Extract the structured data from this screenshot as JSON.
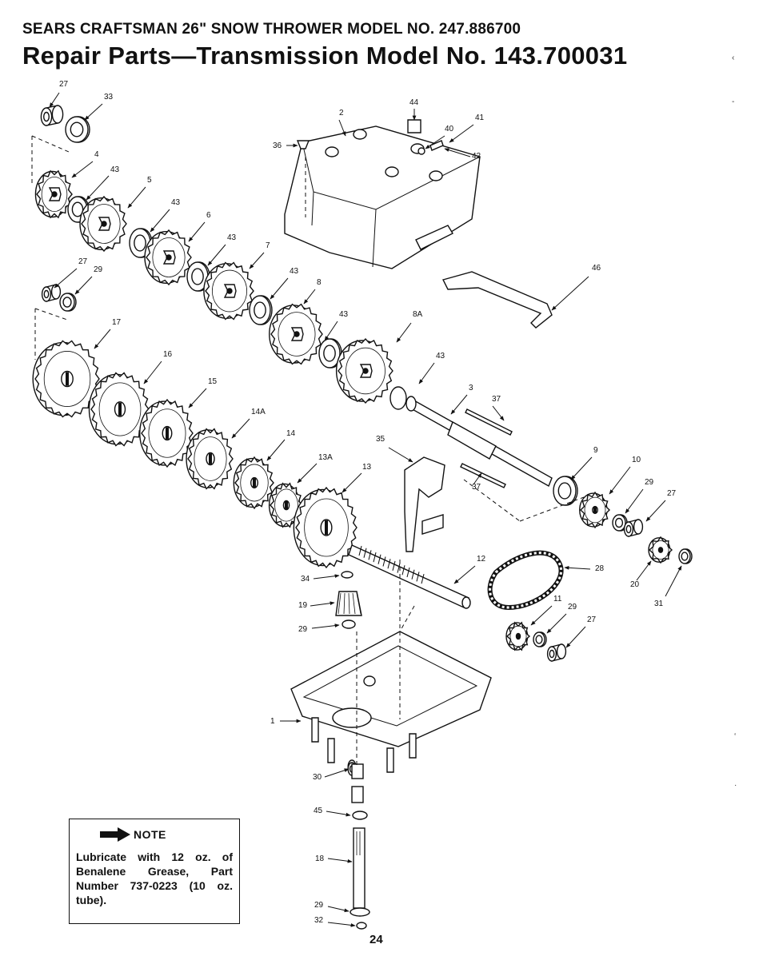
{
  "header": {
    "subtitle": "SEARS CRAFTSMAN 26\" SNOW THROWER MODEL NO. 247.886700",
    "title": "Repair Parts—Transmission Model No. 143.700031"
  },
  "note": {
    "title": "NOTE",
    "body": "Lubricate with 12 oz. of Benalene Grease, Part Number 737-0223 (10 oz. tube).",
    "icon": "arrow-right-icon"
  },
  "page_number": "24",
  "callouts": [
    {
      "id": "c27a",
      "label": "27"
    },
    {
      "id": "c33",
      "label": "33"
    },
    {
      "id": "c4",
      "label": "4"
    },
    {
      "id": "c43a",
      "label": "43"
    },
    {
      "id": "c5",
      "label": "5"
    },
    {
      "id": "c43b",
      "label": "43"
    },
    {
      "id": "c6",
      "label": "6"
    },
    {
      "id": "c43c",
      "label": "43"
    },
    {
      "id": "c7",
      "label": "7"
    },
    {
      "id": "c43d",
      "label": "43"
    },
    {
      "id": "c8",
      "label": "8"
    },
    {
      "id": "c43e",
      "label": "43"
    },
    {
      "id": "c8A",
      "label": "8A"
    },
    {
      "id": "c43f",
      "label": "43"
    },
    {
      "id": "c27b",
      "label": "27"
    },
    {
      "id": "c29a",
      "label": "29"
    },
    {
      "id": "c17",
      "label": "17"
    },
    {
      "id": "c16",
      "label": "16"
    },
    {
      "id": "c15",
      "label": "15"
    },
    {
      "id": "c14A",
      "label": "14A"
    },
    {
      "id": "c14",
      "label": "14"
    },
    {
      "id": "c13A",
      "label": "13A"
    },
    {
      "id": "c13",
      "label": "13"
    },
    {
      "id": "c2",
      "label": "2"
    },
    {
      "id": "c44",
      "label": "44"
    },
    {
      "id": "c40",
      "label": "40"
    },
    {
      "id": "c41",
      "label": "41"
    },
    {
      "id": "c42",
      "label": "42"
    },
    {
      "id": "c36",
      "label": "36"
    },
    {
      "id": "c46",
      "label": "46"
    },
    {
      "id": "c3",
      "label": "3"
    },
    {
      "id": "c37a",
      "label": "37"
    },
    {
      "id": "c35",
      "label": "35"
    },
    {
      "id": "c37b",
      "label": "37"
    },
    {
      "id": "c9",
      "label": "9"
    },
    {
      "id": "c10",
      "label": "10"
    },
    {
      "id": "c29b",
      "label": "29"
    },
    {
      "id": "c27c",
      "label": "27"
    },
    {
      "id": "c20",
      "label": "20"
    },
    {
      "id": "c31",
      "label": "31"
    },
    {
      "id": "c12",
      "label": "12"
    },
    {
      "id": "c28",
      "label": "28"
    },
    {
      "id": "c11",
      "label": "11"
    },
    {
      "id": "c29c",
      "label": "29"
    },
    {
      "id": "c27d",
      "label": "27"
    },
    {
      "id": "c34",
      "label": "34"
    },
    {
      "id": "c19",
      "label": "19"
    },
    {
      "id": "c29d",
      "label": "29"
    },
    {
      "id": "c1",
      "label": "1"
    },
    {
      "id": "c30",
      "label": "30"
    },
    {
      "id": "c45",
      "label": "45"
    },
    {
      "id": "c18",
      "label": "18"
    },
    {
      "id": "c29e",
      "label": "29"
    },
    {
      "id": "c32",
      "label": "32"
    }
  ]
}
